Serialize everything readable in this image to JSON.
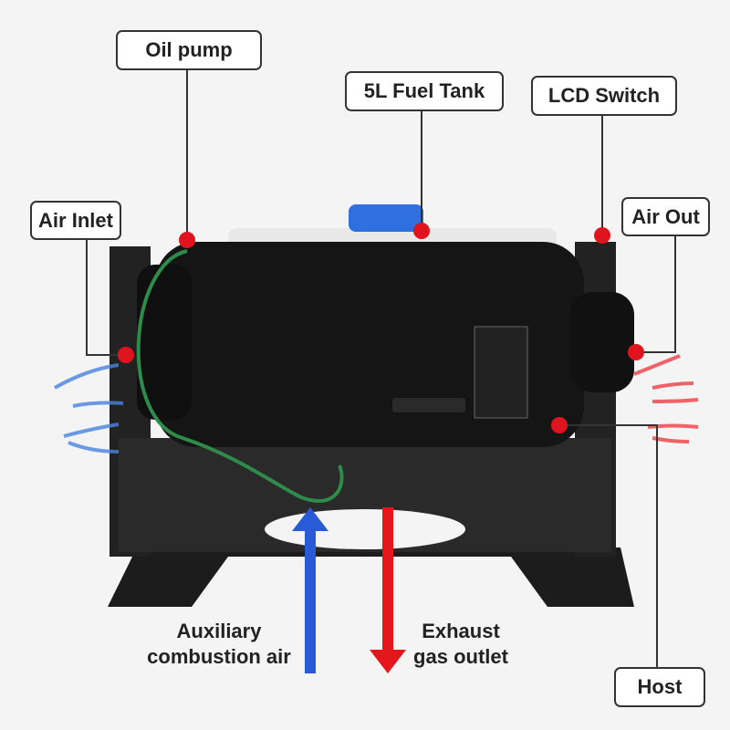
{
  "labels": {
    "oil_pump": "Oil pump",
    "fuel_tank": "5L Fuel Tank",
    "lcd_switch": "LCD Switch",
    "air_inlet": "Air Inlet",
    "air_out": "Air Out",
    "host": "Host"
  },
  "captions": {
    "aux_line1": "Auxiliary",
    "aux_line2": "combustion air",
    "exh_line1": "Exhaust",
    "exh_line2": "gas outlet"
  },
  "colors": {
    "marker": "#e0141e",
    "intake_arrow": "#2a5bd7",
    "exhaust_arrow": "#e3161b",
    "cap": "#2f6fe0"
  }
}
